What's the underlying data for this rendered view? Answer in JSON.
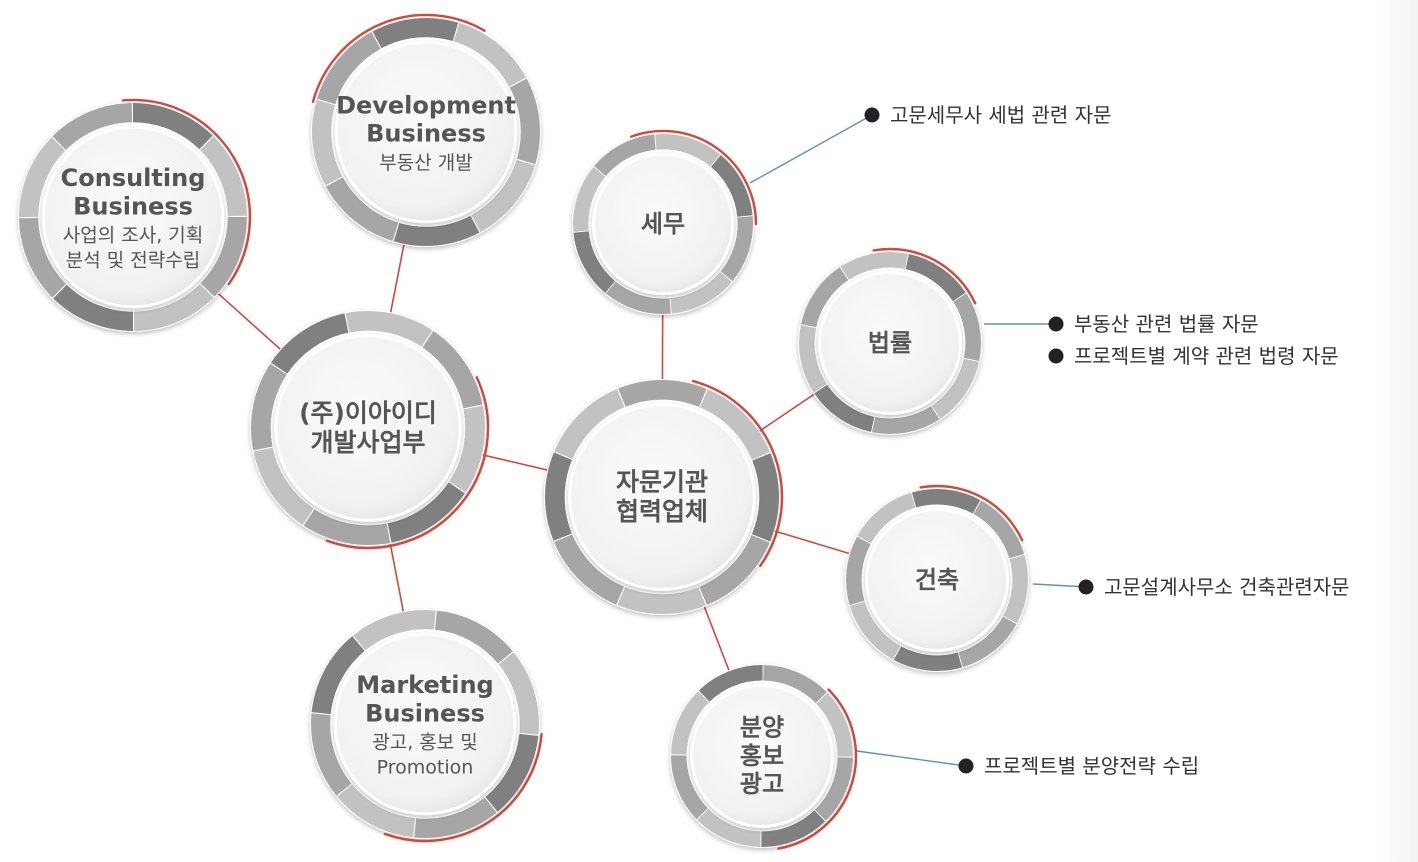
{
  "colors": {
    "connector": "#d0493b",
    "annotation_line": "#5b8fc8",
    "accent_arc": "#d0493b",
    "ring_light": "#c2c2c2",
    "ring_mid": "#a6a6a6",
    "ring_dark": "#808080",
    "disc": "#f4f4f4",
    "text": "#555555",
    "bullet": "#222222"
  },
  "nodes": {
    "consulting": {
      "title_lines": [
        "Consulting",
        "Business"
      ],
      "sub_lines": [
        "사업의 조사, 기획",
        "분석 및 전략수립"
      ]
    },
    "development": {
      "title_lines": [
        "Development",
        "Business"
      ],
      "sub_lines": [
        "부동산 개발"
      ]
    },
    "company": {
      "title_lines": [
        "(주)이아이디",
        "개발사업부"
      ],
      "sub_lines": []
    },
    "marketing": {
      "title_lines": [
        "Marketing",
        "Business"
      ],
      "sub_lines": [
        "광고, 홍보 및",
        "Promotion"
      ]
    },
    "advisory": {
      "title_lines": [
        "자문기관",
        "협력업체"
      ],
      "sub_lines": []
    },
    "tax": {
      "title_lines": [
        "세무"
      ],
      "sub_lines": []
    },
    "law": {
      "title_lines": [
        "법률"
      ],
      "sub_lines": []
    },
    "architecture": {
      "title_lines": [
        "건축"
      ],
      "sub_lines": []
    },
    "sales": {
      "title_lines": [
        "분양",
        "홍보",
        "광고"
      ],
      "sub_lines": []
    }
  },
  "annotations": {
    "tax": [
      "고문세무사 세법 관련 자문"
    ],
    "law": [
      "부동산 관련 법률 자문",
      "프로젝트별 계약 관련 법령 자문"
    ],
    "architecture": [
      "고문설계사무소 건축관련자문"
    ],
    "sales": [
      "프로젝트별 분양전략  수립"
    ]
  }
}
